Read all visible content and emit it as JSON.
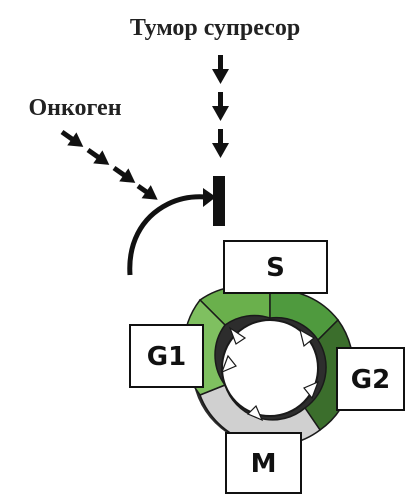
{
  "labels": {
    "tumor_suppressor": "Тумор супресор",
    "oncogene": "Онкоген"
  },
  "phases": {
    "s": "S",
    "g1": "G1",
    "g2": "G2",
    "m": "M"
  },
  "colors": {
    "g1_arc": "#6ab04c",
    "s_arc": "#4f9a3e",
    "g2_arc": "#3b6e2c",
    "m_arc": "#d0d0d0",
    "ink": "#111111"
  }
}
